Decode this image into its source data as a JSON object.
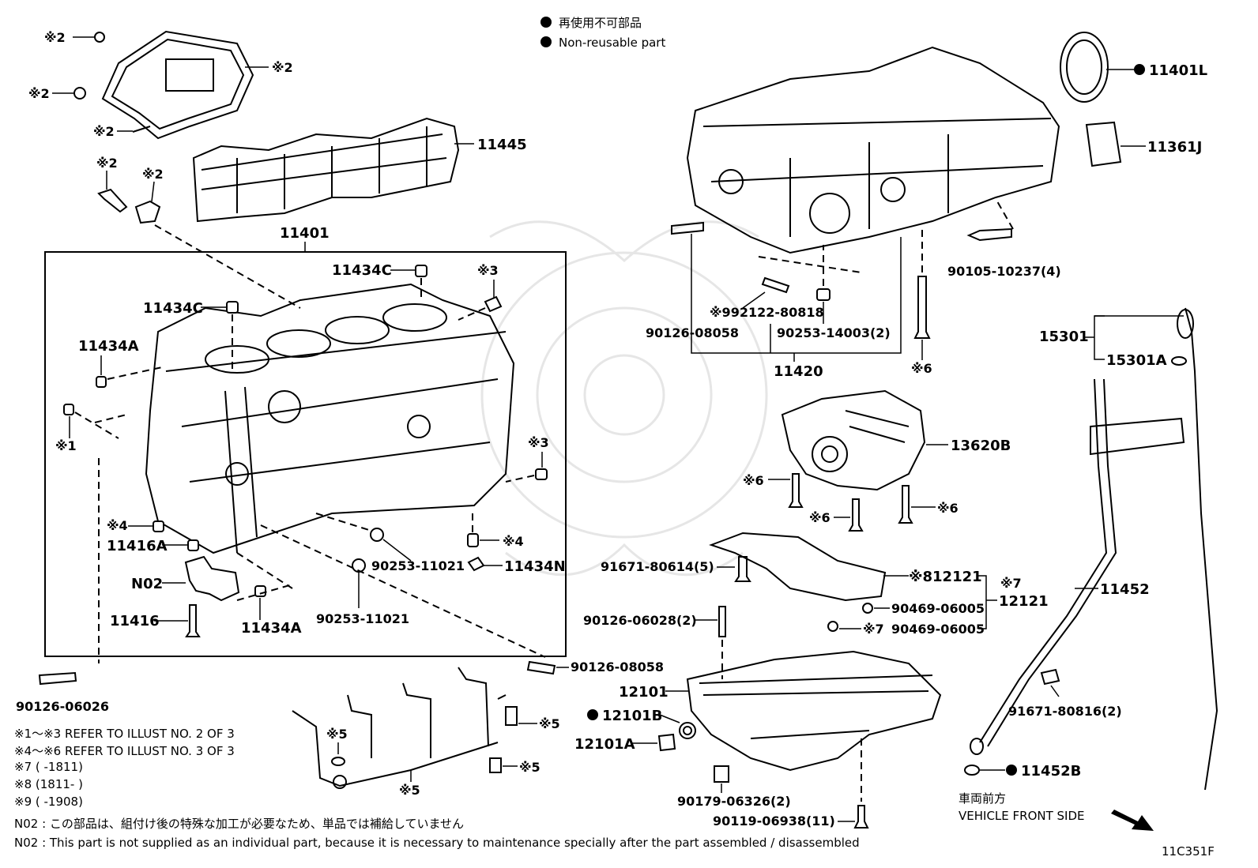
{
  "legend": {
    "nonreusable_jp": "再使用不可部品",
    "nonreusable_en": "Non-reusable part"
  },
  "labels": {
    "p11401": "11401",
    "p11445": "11445",
    "p11434C_a": "11434C",
    "p11434C_b": "11434C",
    "p11434A_a": "11434A",
    "p11434A_b": "11434A",
    "p11416A": "11416A",
    "p11416": "11416",
    "pN02": "N02",
    "p11434N": "11434N",
    "p90253_11021_a": "90253-11021",
    "p90253_11021_b": "90253-11021",
    "p90126_08058_a": "90126-08058",
    "p90126_06026": "90126-06026",
    "p11401L": "11401L",
    "p11361J": "11361J",
    "p90105_10237": "90105-10237(4)",
    "p92122_80818": "※992122-80818",
    "p90126_08058_b": "90126-08058",
    "p90253_14003": "90253-14003(2)",
    "p11420": "11420",
    "p15301": "15301",
    "p15301A": "15301A",
    "p13620B": "13620B",
    "p91671_80614": "91671-80614(5)",
    "p12121_a": "※812121",
    "p12121_b": "12121",
    "p90469_a": "90469-06005",
    "p90469_b": "90469-06005",
    "p90126_06028": "90126-06028(2)",
    "p12101": "12101",
    "p12101B": "12101B",
    "p12101A": "12101A",
    "p90179": "90179-06326(2)",
    "p90119": "90119-06938(11)",
    "p11452": "11452",
    "p91671_80816": "91671-80816(2)",
    "p11452B": "11452B"
  },
  "marks": {
    "m2_a": "※2",
    "m2_b": "※2",
    "m2_c": "※2",
    "m2_d": "※2",
    "m2_e": "※2",
    "m2_f": "※2",
    "m3_a": "※3",
    "m3_b": "※3",
    "m1": "※1",
    "m4_a": "※4",
    "m4_b": "※4",
    "m5_a": "※5",
    "m5_b": "※5",
    "m5_c": "※5",
    "m5_d": "※5",
    "m6_a": "※6",
    "m6_b": "※6",
    "m6_c": "※6",
    "m6_d": "※6",
    "m7_a": "※7",
    "m7_b": "※7"
  },
  "notes": {
    "n1": "※1～※3  REFER TO ILLUST NO. 2 OF 3",
    "n2": "※4～※6  REFER TO ILLUST NO. 3 OF 3",
    "n3": "※7 (        -1811)",
    "n4": "※8 (1811-        )",
    "n5": "※9 (        -1908)",
    "n02_jp": "N02 : この部品は、組付け後の特殊な加工が必要なため、単品では補給していません",
    "n02_en": "N02 : This part is not supplied as an individual part, because it is necessary to maintenance specially after the part assembled / disassembled"
  },
  "direction": {
    "jp": "車両前方",
    "en": "VEHICLE FRONT SIDE"
  },
  "illust_id": "11C351F"
}
